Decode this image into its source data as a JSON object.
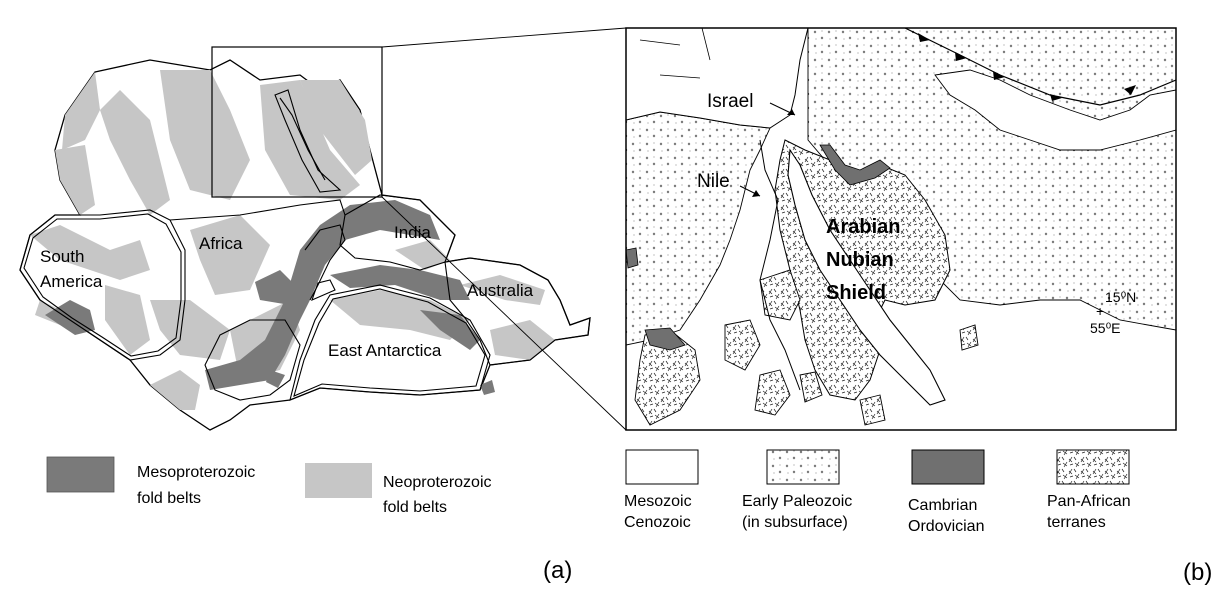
{
  "colors": {
    "neoproterozoic_fill": "#c6c6c6",
    "mesoproterozoic_fill": "#7a7a7a",
    "cambrian_fill": "#707070",
    "outline": "#000000",
    "background": "#ffffff"
  },
  "map_a": {
    "labels": {
      "south_america": [
        "South",
        "America"
      ],
      "africa": "Africa",
      "india": "India",
      "australia": "Australia",
      "east_antarctica": "East Antarctica"
    },
    "legend": {
      "meso": [
        "Mesoproterozoic",
        "fold belts"
      ],
      "neo": [
        "Neoproterozoic",
        "fold belts"
      ]
    },
    "panel_label": "(a)"
  },
  "map_b": {
    "labels": {
      "israel": "Israel",
      "nile": "Nile",
      "shield": [
        "Arabian",
        "Nubian",
        "Shield"
      ],
      "coord_lat": "15⁰N",
      "coord_lon": "55⁰E",
      "coord_marker": "+"
    },
    "legend": {
      "mesozoic": [
        "Mesozoic",
        "Cenozoic"
      ],
      "paleozoic": [
        "Early Paleozoic",
        "(in subsurface)"
      ],
      "cambrian": [
        "Cambrian",
        "Ordovician"
      ],
      "panafrican": [
        "Pan-African",
        "terranes"
      ]
    },
    "panel_label": "(b)"
  }
}
